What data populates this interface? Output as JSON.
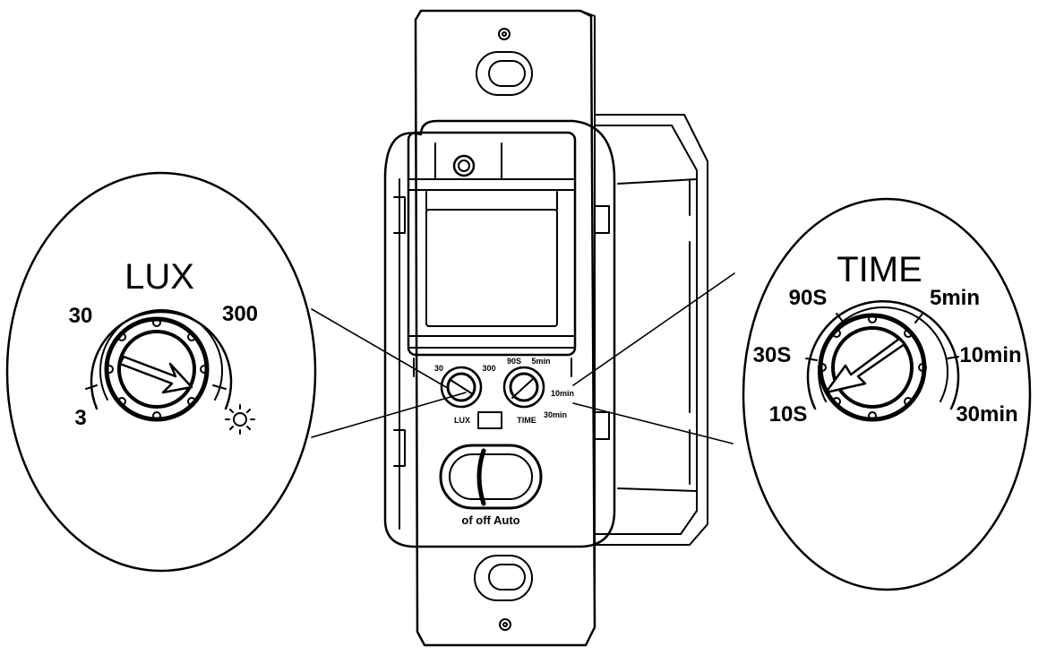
{
  "lux_dial": {
    "title": "LUX",
    "marks": [
      "30",
      "300",
      "3"
    ],
    "light_icon": "sun-icon"
  },
  "time_dial": {
    "title": "TIME",
    "marks": [
      "90S",
      "5min",
      "30S",
      "10min",
      "10S",
      "30min"
    ]
  },
  "switch": {
    "label": "of off Auto",
    "lux_label": "LUX",
    "time_label": "TIME",
    "small_marks": [
      "30",
      "300",
      "90S",
      "5min",
      "10min",
      "30min"
    ]
  },
  "colors": {
    "line": "#000000",
    "background": "#ffffff"
  }
}
